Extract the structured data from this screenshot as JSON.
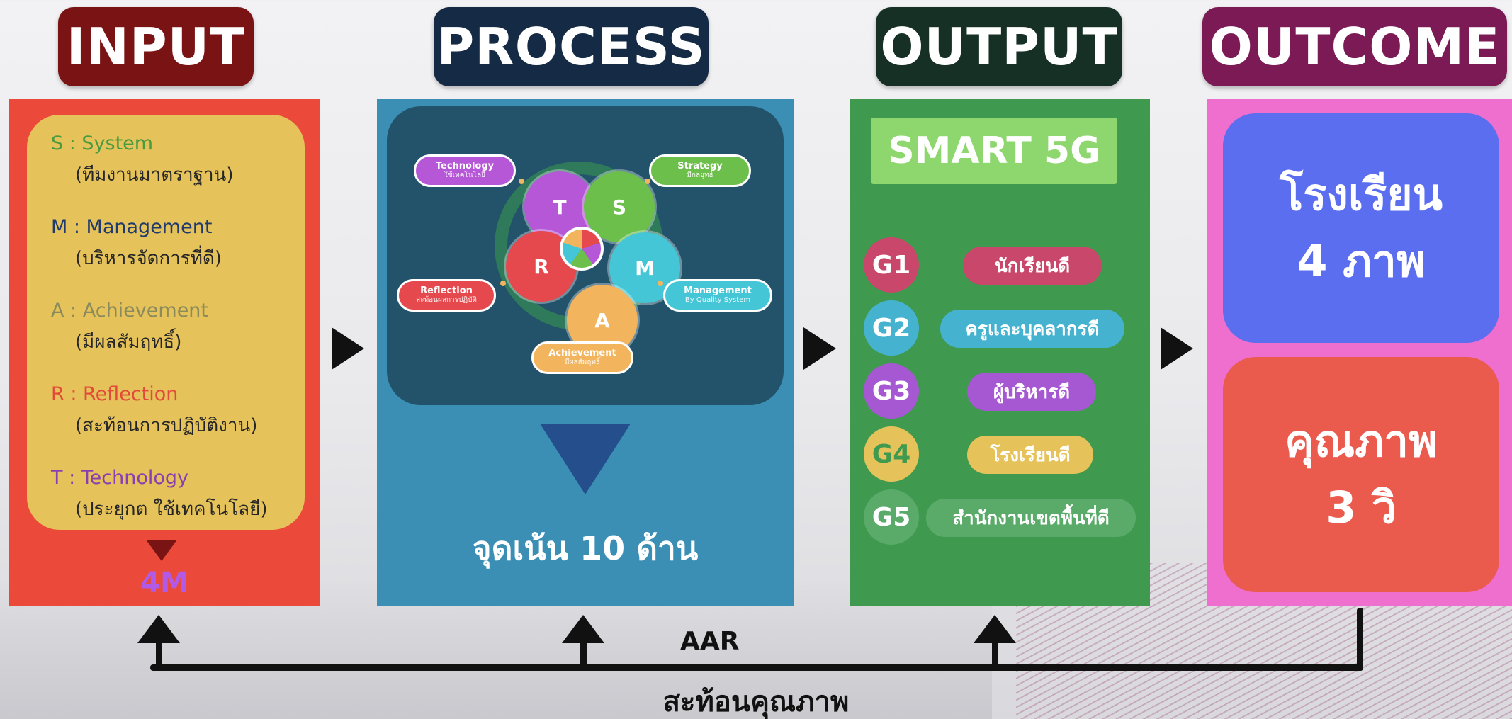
{
  "headers": {
    "input": "INPUT",
    "process": "PROCESS",
    "output": "OUTPUT",
    "outcome": "OUTCOME"
  },
  "input": {
    "items": [
      {
        "title": "S : System",
        "sub": "(ทีมงานมาตราฐาน)",
        "color": "#4a9a3e"
      },
      {
        "title": "M : Management",
        "sub": "(บริหารจัดการที่ดี)",
        "color": "#1f3a6b"
      },
      {
        "title": "A : Achievement",
        "sub": "(มีผลสัมฤทธิ์)",
        "color": "#8a8a5a"
      },
      {
        "title": "R : Reflection",
        "sub": "(สะท้อนการปฏิบัติงาน)",
        "color": "#e24a3a"
      },
      {
        "title": "T : Technology",
        "sub": "(ประยุกต ใช้เทคโนโลยี)",
        "color": "#8a3fb0"
      }
    ],
    "bottom_label": "4M"
  },
  "process": {
    "petals": {
      "t": "T",
      "s": "S",
      "m": "M",
      "a": "A",
      "r": "R"
    },
    "tags": {
      "technology": {
        "title": "Technology",
        "sub": "ใช้เทคโนโลยี"
      },
      "strategy": {
        "title": "Strategy",
        "sub": "มีกลยุทธ์"
      },
      "reflection": {
        "title": "Reflection",
        "sub": "สะท้อนผลการปฏิบัติ"
      },
      "management": {
        "title": "Management",
        "sub": "By Quality System"
      },
      "achievement": {
        "title": "Achievement",
        "sub": "มีผลสัมฤทธิ์"
      }
    },
    "focus_label": "จุดเน้น 10 ด้าน"
  },
  "output": {
    "title": "SMART 5G",
    "goals": [
      {
        "code": "G1",
        "label": "นักเรียนดี",
        "circle_color": "#c9476a",
        "pill_color": "#c9476a"
      },
      {
        "code": "G2",
        "label": "ครูและบุคลากรดี",
        "circle_color": "#45b3d0",
        "pill_color": "#45b3d0"
      },
      {
        "code": "G3",
        "label": "ผู้บริหารดี",
        "circle_color": "#a657d2",
        "pill_color": "#a657d2"
      },
      {
        "code": "G4",
        "label": "โรงเรียนดี",
        "circle_color": "#e5c25a",
        "pill_color": "#e5c25a"
      },
      {
        "code": "G5",
        "label": "สำนักงานเขตพื้นที่ดี",
        "circle_color": "#5aab6a",
        "pill_color": "#5aab6a"
      }
    ]
  },
  "outcome": {
    "box1_line1": "โรงเรียน",
    "box1_line2": "4 ภาพ",
    "box2_line1": "คุณภาพ",
    "box2_line2": "3 วิ"
  },
  "feedback": {
    "aar": "AAR",
    "reflect": "สะท้อนคุณภาพ"
  }
}
